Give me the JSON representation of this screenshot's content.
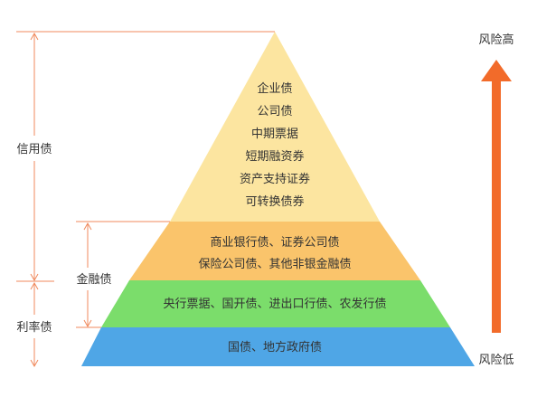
{
  "tiers": {
    "credit": {
      "color": "#FCE5A0",
      "lines": [
        "企业债",
        "公司债",
        "中期票据",
        "短期融资券",
        "资产支持证券",
        "可转换债券"
      ]
    },
    "financial": {
      "color": "#FAC46B",
      "lines": [
        "商业银行债、证券公司债",
        "保险公司债、其他非银金融债"
      ]
    },
    "policy": {
      "color": "#7BDD6B",
      "lines": [
        "央行票据、国开债、进出口行债、农发行债"
      ]
    },
    "government": {
      "color": "#4FA6E6",
      "lines": [
        "国债、地方政府债"
      ]
    }
  },
  "brackets": {
    "credit_label": "信用债",
    "financial_label": "金融债",
    "rate_label": "利率债",
    "line_color": "#F08A5D"
  },
  "risk": {
    "high_label": "风险高",
    "low_label": "风险低",
    "arrow_color": "#F26B2A"
  }
}
